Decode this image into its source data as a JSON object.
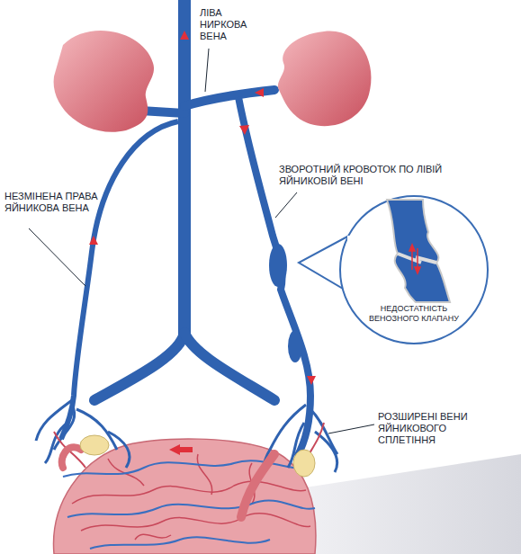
{
  "diagram": {
    "nodes": [
      {
        "text": [
          "НЕДОСТАТНІСТЬ ВЕНОЗНОГО КЛАПАНУ"
        ]
      }
    ],
    "labels": [
      "ЛІВА НИРКОВА ВЕНА",
      "ЗВОРОТНИЙ КРОВОТОК ПО ЛІВІЙ ЯЙНИКОВІЙ ВЕНІ",
      "НЕЗМІНЕНА ПРАВА ЯЙНИКОВА ВЕНА",
      "РОЗШИРЕНІ ВЕНИ ЯЙНИКОВОГО СПЛЕТІННЯ"
    ]
  }
}
